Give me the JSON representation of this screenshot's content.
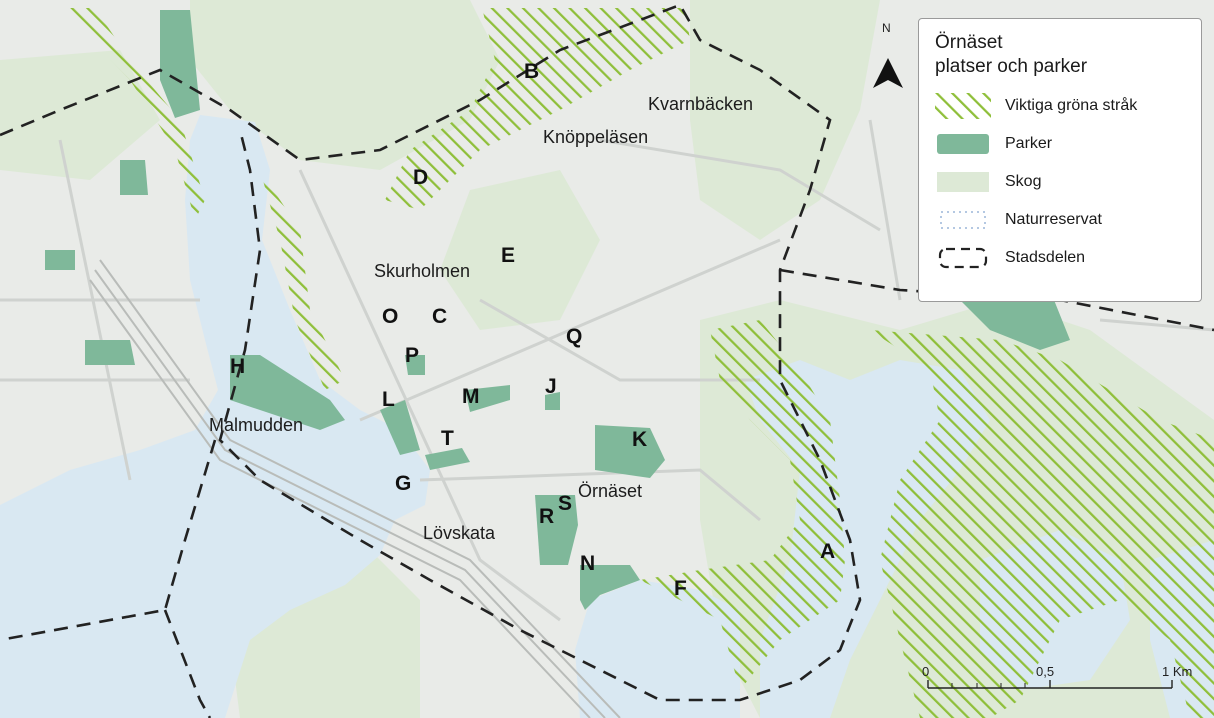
{
  "map": {
    "letters": [
      "A",
      "B",
      "C",
      "D",
      "E",
      "F",
      "G",
      "H",
      "J",
      "K",
      "L",
      "M",
      "N",
      "O",
      "P",
      "Q",
      "R",
      "S",
      "T"
    ],
    "places": [
      "Kvarnbäcken",
      "Knöppeläsen",
      "Skurholmen",
      "Malmudden",
      "Örnäset",
      "Lövskata"
    ]
  },
  "legend": {
    "title_line1": "Örnäset",
    "title_line2": "platser och parker",
    "items": [
      {
        "label": "Viktiga gröna stråk"
      },
      {
        "label": "Parker"
      },
      {
        "label": "Skog"
      },
      {
        "label": "Naturreservat"
      },
      {
        "label": "Stadsdelen"
      }
    ]
  },
  "scale": {
    "ticks": [
      "0",
      "0,5",
      "1 Km"
    ]
  },
  "north": {
    "label": "N"
  },
  "colors": {
    "water": "#d9e8f2",
    "land": "#e9ebe8",
    "forest": "#dde9d6",
    "park": "#7fb89a",
    "hatch": "#8fbf3a",
    "road": "#cfd2cf"
  }
}
